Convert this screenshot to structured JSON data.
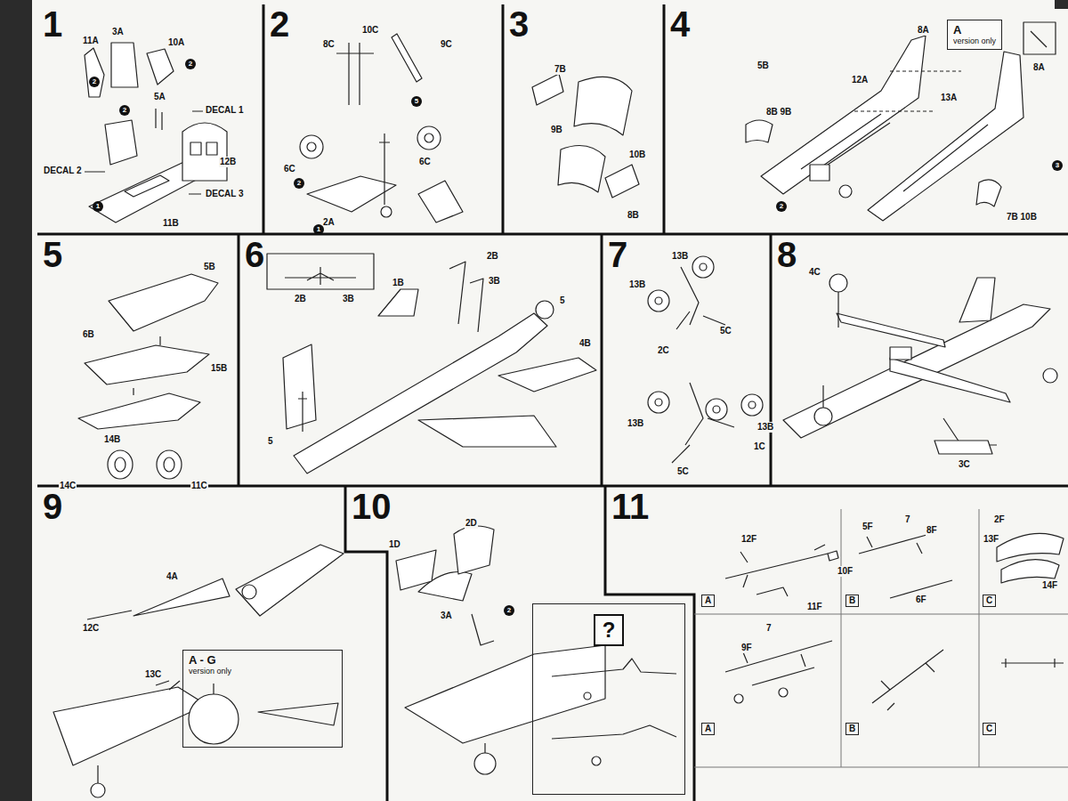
{
  "diagram": {
    "nodes": [
      {
        "text": [
          "1"
        ]
      },
      {
        "text": [
          "2"
        ]
      },
      {
        "text": [
          "3"
        ]
      },
      {
        "text": [
          "4"
        ]
      },
      {
        "text": [
          "A",
          "version only"
        ],
        "in": 3
      },
      {
        "text": [
          "5"
        ]
      },
      {
        "text": [
          "6"
        ]
      },
      {
        "text": [
          "7"
        ]
      },
      {
        "text": [
          "8"
        ]
      },
      {
        "text": [
          "9"
        ]
      },
      {
        "text": [
          "A - G",
          "version only"
        ],
        "in": 9
      },
      {
        "text": [
          "10"
        ]
      },
      {
        "text": [
          "?"
        ],
        "in": 11
      },
      {
        "text": [
          "11"
        ]
      }
    ],
    "labels": [
      "11A",
      "3A",
      "10A",
      "2",
      "2",
      "2",
      "5A",
      "DECAL 1",
      "12B",
      "DECAL 2",
      "DECAL 3",
      "1",
      "11B",
      "10C",
      "8C",
      "9C",
      "6C",
      "6C",
      "2",
      "5",
      "2A",
      "1",
      "7B",
      "10B",
      "9B",
      "8B",
      "5B",
      "8A",
      "12A",
      "13A",
      "8A",
      "8B 9B",
      "7B 10B",
      "2",
      "3",
      "5B",
      "15B",
      "6B",
      "14B",
      "14C",
      "11C",
      "2B",
      "3B",
      "1B",
      "5",
      "4B",
      "2B",
      "3B",
      "5",
      "13B",
      "13B",
      "5C",
      "2C",
      "13B",
      "13B",
      "1C",
      "5C",
      "4C",
      "3C",
      "4A",
      "12C",
      "13C",
      "2D",
      "1D",
      "3A",
      "2",
      "12F",
      "10F",
      "11F",
      "5F",
      "7",
      "8F",
      "6F",
      "2F",
      "13F",
      "14F",
      "9F",
      "7",
      "A",
      "B",
      "C",
      "A",
      "B",
      "C"
    ]
  }
}
